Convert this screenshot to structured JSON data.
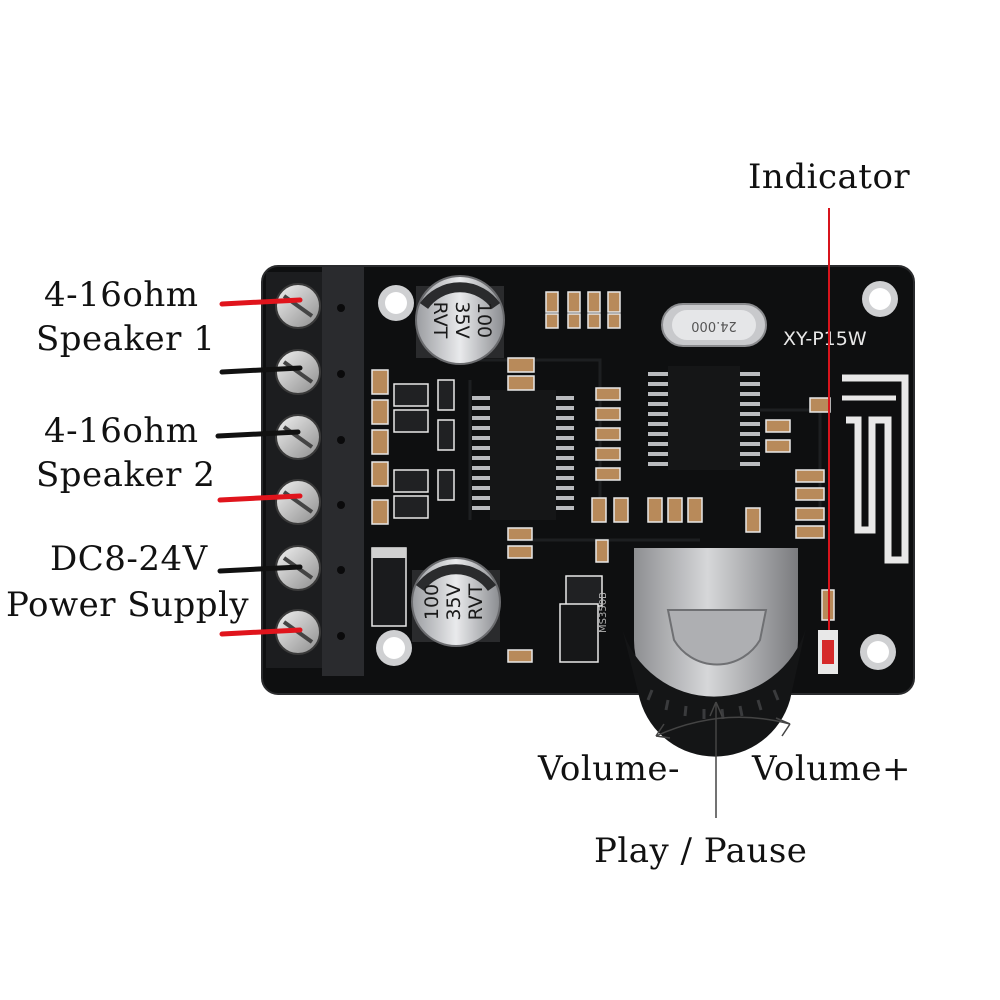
{
  "labels": {
    "indicator": "Indicator",
    "speaker1_impedance": "4-16ohm",
    "speaker1_name": "Speaker 1",
    "speaker2_impedance": "4-16ohm",
    "speaker2_name": "Speaker 2",
    "power_voltage": "DC8-24V",
    "power_name": "Power Supply",
    "volume_minus": "Volume-",
    "volume_plus": "Volume+",
    "play_pause": "Play / Pause"
  },
  "board": {
    "model_marking": "XY-P15W",
    "crystal_marking": "24.000",
    "capacitor_marking": [
      "100",
      "35V",
      "RVT"
    ],
    "regulator_marking": "MS350B"
  },
  "colors": {
    "pcb": "#0e0f10",
    "terminal_block": "#1c1d1f",
    "wire_positive": "#e0141c",
    "wire_negative": "#111111",
    "leader_line": "#d8141c",
    "silkscreen": "#e8e8e8"
  }
}
